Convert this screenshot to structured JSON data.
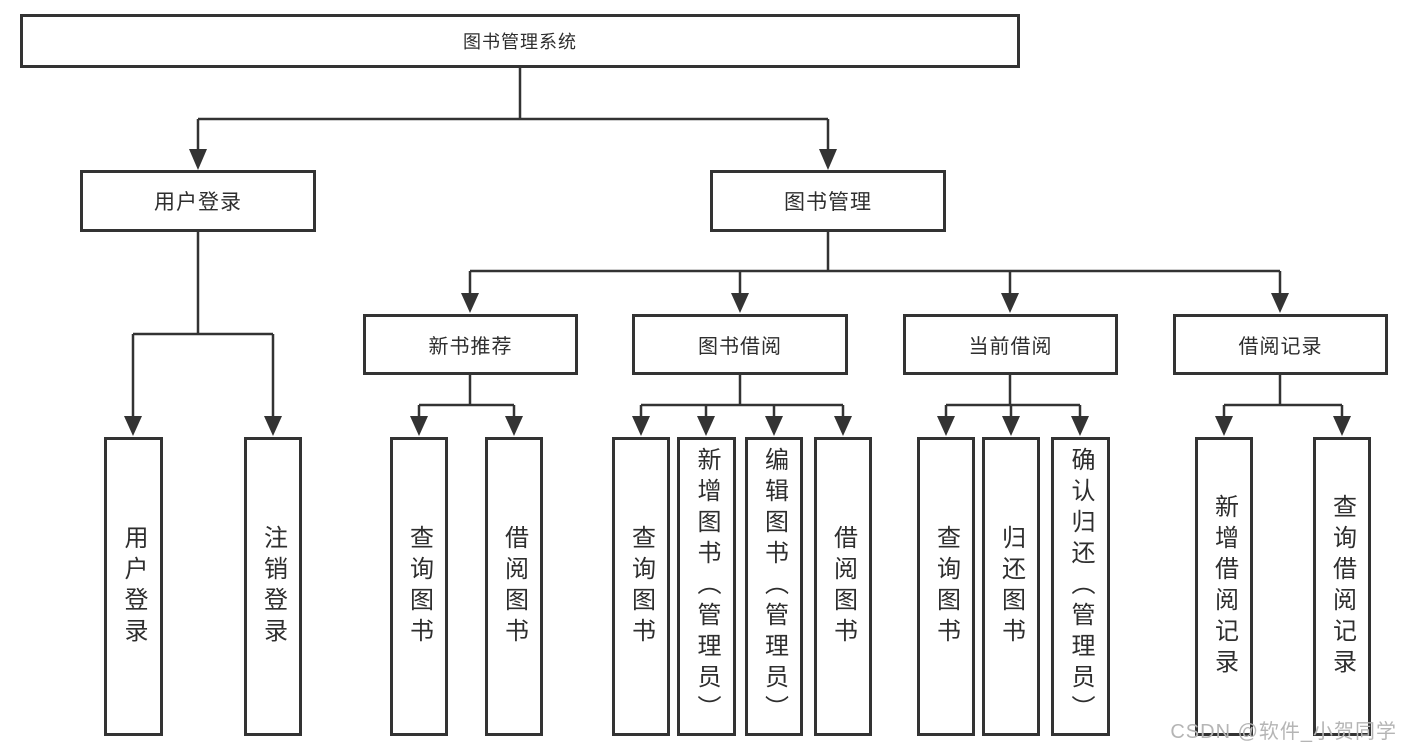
{
  "diagram": {
    "type": "hierarchy-tree",
    "line_color": "#333333",
    "text_color": "#2e2e2e",
    "background": "#ffffff"
  },
  "tree": {
    "label": "图书管理系统",
    "children": [
      {
        "label": "用户登录",
        "children": [
          {
            "label": "用户登录"
          },
          {
            "label": "注销登录"
          }
        ]
      },
      {
        "label": "图书管理",
        "children": [
          {
            "label": "新书推荐",
            "children": [
              {
                "label": "查询图书"
              },
              {
                "label": "借阅图书"
              }
            ]
          },
          {
            "label": "图书借阅",
            "children": [
              {
                "label": "查询图书"
              },
              {
                "label": "新增图书（管理员）"
              },
              {
                "label": "编辑图书（管理员）"
              },
              {
                "label": "借阅图书"
              }
            ]
          },
          {
            "label": "当前借阅",
            "children": [
              {
                "label": "查询图书"
              },
              {
                "label": "归还图书"
              },
              {
                "label": "确认归还（管理员）"
              }
            ]
          },
          {
            "label": "借阅记录",
            "children": [
              {
                "label": "新增借阅记录"
              },
              {
                "label": "查询借阅记录"
              }
            ]
          }
        ]
      }
    ]
  },
  "watermark": "CSDN @软件_小贺同学"
}
